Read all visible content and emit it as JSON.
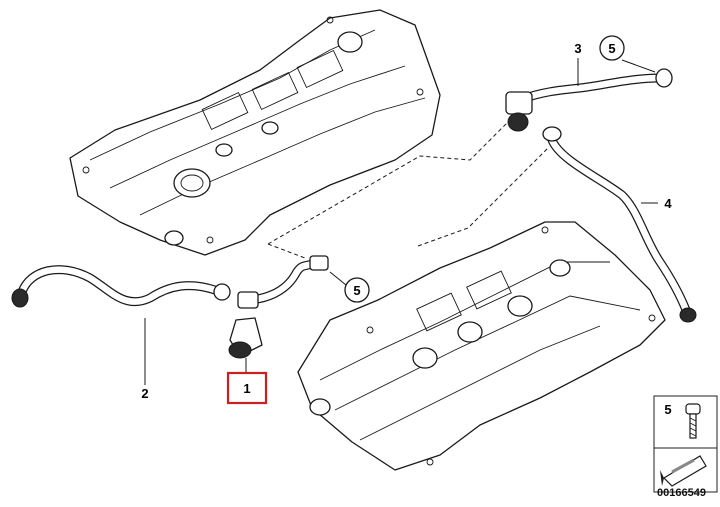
{
  "callouts": [
    {
      "id": "part-1",
      "label": "1",
      "style": "box-red"
    },
    {
      "id": "part-2",
      "label": "2",
      "style": "plain"
    },
    {
      "id": "part-3",
      "label": "3",
      "style": "plain"
    },
    {
      "id": "part-4",
      "label": "4",
      "style": "plain"
    },
    {
      "id": "part-5a",
      "label": "5",
      "style": "circle"
    },
    {
      "id": "part-5b",
      "label": "5",
      "style": "circle"
    }
  ],
  "legend": {
    "part_number": "5",
    "icon": "screw-icon",
    "arrow_icon": "tool-arrow-icon"
  },
  "document_number": "00166549",
  "colors": {
    "highlight_box": "#cc1f1f",
    "line": "#1a1a1a",
    "background": "#ffffff"
  }
}
